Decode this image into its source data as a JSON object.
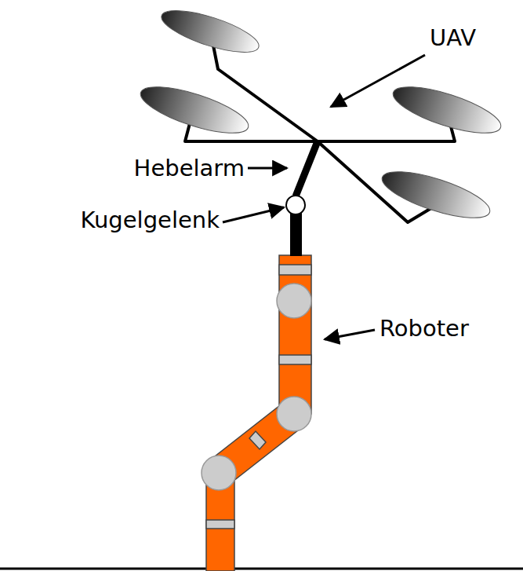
{
  "diagram": {
    "labels": [
      "UAV",
      "Hebelarm",
      "Kugelgelenk",
      "Roboter"
    ]
  }
}
